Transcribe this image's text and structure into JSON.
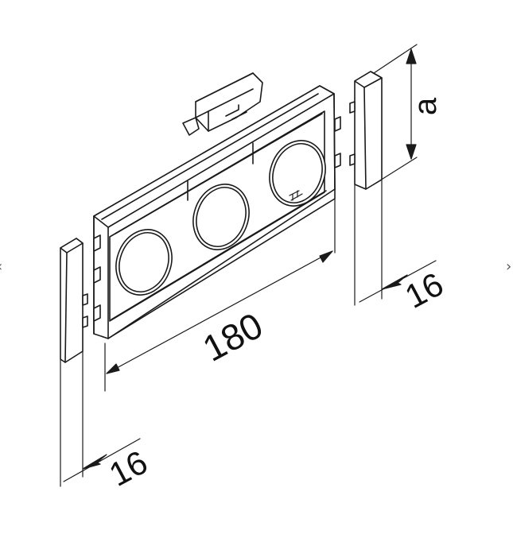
{
  "nav": {
    "prev_label": "‹",
    "next_label": "›"
  },
  "dimensions": {
    "height": "a",
    "width_main": "180",
    "width_right_cap": "16",
    "width_left_cap": "16"
  },
  "colors": {
    "line": "#1a1a1a",
    "fill": "#ffffff",
    "shade": "#f2f2f2"
  }
}
